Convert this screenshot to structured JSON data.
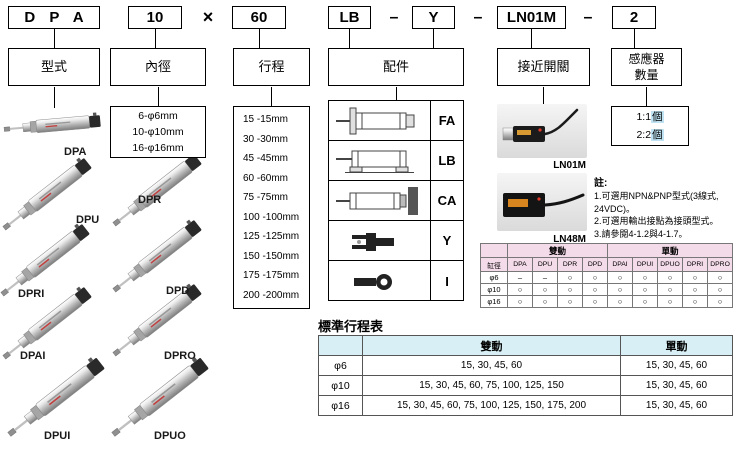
{
  "code": {
    "model": "D P A",
    "bore": "10",
    "multiply": "×",
    "stroke": "60",
    "accessory": "LB",
    "dash1": "–",
    "rod_end": "Y",
    "dash2": "–",
    "switch": "LN01M",
    "dash3": "–",
    "qty": "2"
  },
  "labels": {
    "type": "型式",
    "bore": "內徑",
    "stroke": "行程",
    "accessory": "配件",
    "switch": "接近開關",
    "sensor_line1": "感應器",
    "sensor_line2": "數量"
  },
  "bore_options": [
    "6-φ6mm",
    "10-φ10mm",
    "16-φ16mm"
  ],
  "stroke_options": [
    "15 -15mm",
    "30 -30mm",
    "45 -45mm",
    "60 -60mm",
    "75 -75mm",
    "100 -100mm",
    "125 -125mm",
    "150 -150mm",
    "175 -175mm",
    "200 -200mm"
  ],
  "accessory_options": [
    {
      "code": "FA",
      "icon": "flange-mount-drawing"
    },
    {
      "code": "LB",
      "icon": "foot-mount-drawing"
    },
    {
      "code": "CA",
      "icon": "clevis-mount-drawing"
    },
    {
      "code": "Y",
      "icon": "y-joint-drawing"
    },
    {
      "code": "I",
      "icon": "i-joint-drawing"
    }
  ],
  "switches": [
    {
      "label": "LN01M"
    },
    {
      "label": "LN48M"
    }
  ],
  "notes": {
    "heading": "註:",
    "lines": [
      "1.可選用NPN&PNP型式(3線式, 24VDC)。",
      "2.可選用輸出接點為接頭型式。",
      "3.請參閱4-1.2與4-1.7。"
    ]
  },
  "sensor_qty": [
    {
      "value": "1:1",
      "unit": "個"
    },
    {
      "value": "2:2",
      "unit": "個"
    }
  ],
  "cylinders": [
    {
      "name": "DPA"
    },
    {
      "name": "DPU"
    },
    {
      "name": "DPR"
    },
    {
      "name": "DPRI"
    },
    {
      "name": "DPD"
    },
    {
      "name": "DPAI"
    },
    {
      "name": "DPRO"
    },
    {
      "name": "DPUI"
    },
    {
      "name": "DPUO"
    }
  ],
  "compat_table": {
    "bore_header": "缸徑",
    "groups": [
      {
        "label": "雙動",
        "models": [
          "DPA",
          "DPU",
          "DPR",
          "DPD"
        ]
      },
      {
        "label": "單動",
        "models": [
          "DPAI",
          "DPUI",
          "DPUO",
          "DPRI",
          "DPRO"
        ]
      }
    ],
    "rows": [
      {
        "bore": "φ6",
        "marks": [
          "–",
          "–",
          "○",
          "○",
          "○",
          "○",
          "○",
          "○",
          "○"
        ]
      },
      {
        "bore": "φ10",
        "marks": [
          "○",
          "○",
          "○",
          "○",
          "○",
          "○",
          "○",
          "○",
          "○"
        ]
      },
      {
        "bore": "φ16",
        "marks": [
          "○",
          "○",
          "○",
          "○",
          "○",
          "○",
          "○",
          "○",
          "○"
        ]
      }
    ]
  },
  "stroke_table": {
    "title": "標準行程表",
    "col_double": "雙動",
    "col_single": "單動",
    "rows": [
      {
        "bore": "φ6",
        "double": "15, 30, 45, 60",
        "single": "15, 30, 45, 60"
      },
      {
        "bore": "φ10",
        "double": "15, 30, 45, 60, 75, 100, 125, 150",
        "single": "15, 30, 45, 60"
      },
      {
        "bore": "φ16",
        "double": "15, 30, 45, 60, 75, 100, 125, 150, 175, 200",
        "single": "15, 30, 45, 60"
      }
    ]
  },
  "colors": {
    "header_pink": "#f4dbe9",
    "header_cyan": "#d8f0f5",
    "accent_red": "#cc2222"
  }
}
